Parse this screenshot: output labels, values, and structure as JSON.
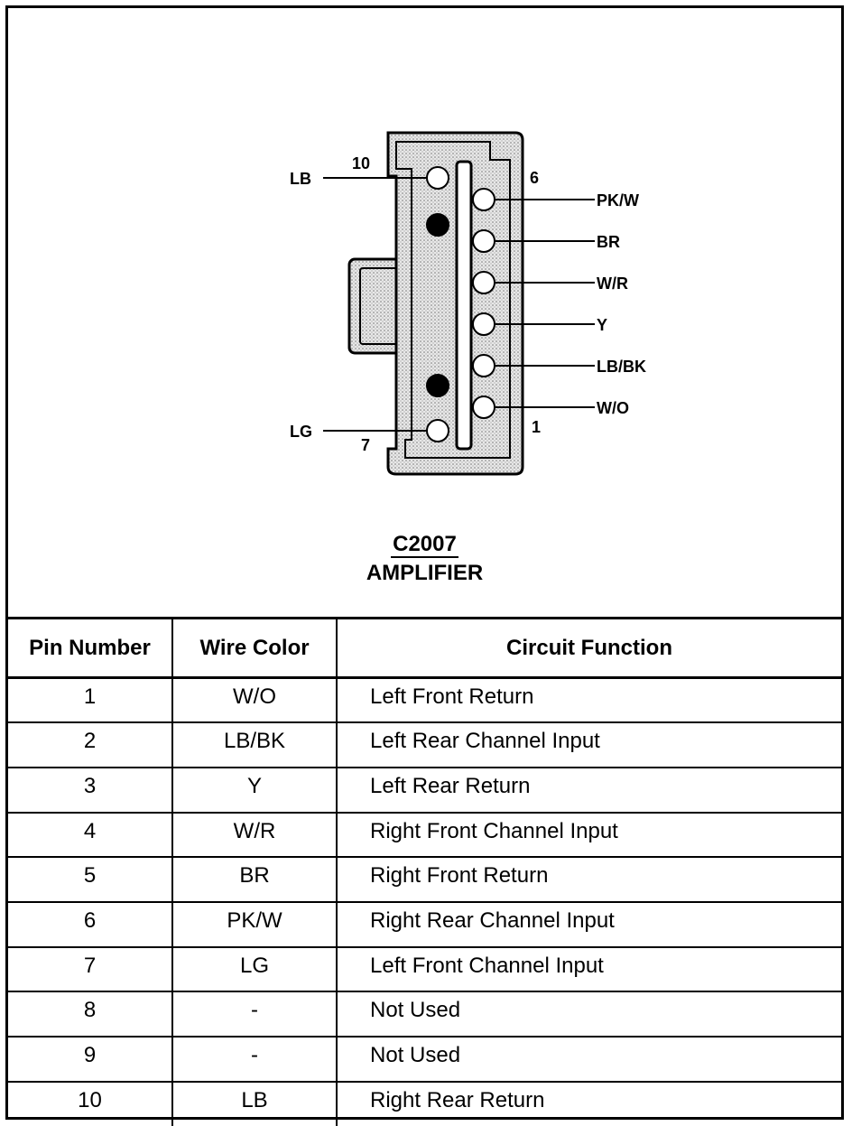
{
  "connector": {
    "code": "C2007",
    "name": "AMPLIFIER",
    "pin_labels": {
      "top_left_pin": "10",
      "top_right_pin": "6",
      "bottom_left_pin": "7",
      "bottom_right_pin": "1"
    },
    "wire_labels": {
      "lb": "LB",
      "lg": "LG",
      "pkw": "PK/W",
      "br": "BR",
      "wr": "W/R",
      "y": "Y",
      "lbbk": "LB/BK",
      "wo": "W/O"
    }
  },
  "table": {
    "headers": [
      "Pin Number",
      "Wire Color",
      "Circuit Function"
    ],
    "rows": [
      {
        "pin": "1",
        "color": "W/O",
        "function": "Left Front Return"
      },
      {
        "pin": "2",
        "color": "LB/BK",
        "function": "Left Rear Channel Input"
      },
      {
        "pin": "3",
        "color": "Y",
        "function": "Left Rear Return"
      },
      {
        "pin": "4",
        "color": "W/R",
        "function": "Right Front Channel Input"
      },
      {
        "pin": "5",
        "color": "BR",
        "function": "Right Front Return"
      },
      {
        "pin": "6",
        "color": "PK/W",
        "function": "Right Rear Channel Input"
      },
      {
        "pin": "7",
        "color": "LG",
        "function": "Left Front Channel Input"
      },
      {
        "pin": "8",
        "color": "-",
        "function": "Not Used"
      },
      {
        "pin": "9",
        "color": "-",
        "function": "Not Used"
      },
      {
        "pin": "10",
        "color": "LB",
        "function": "Right Rear Return"
      }
    ]
  }
}
